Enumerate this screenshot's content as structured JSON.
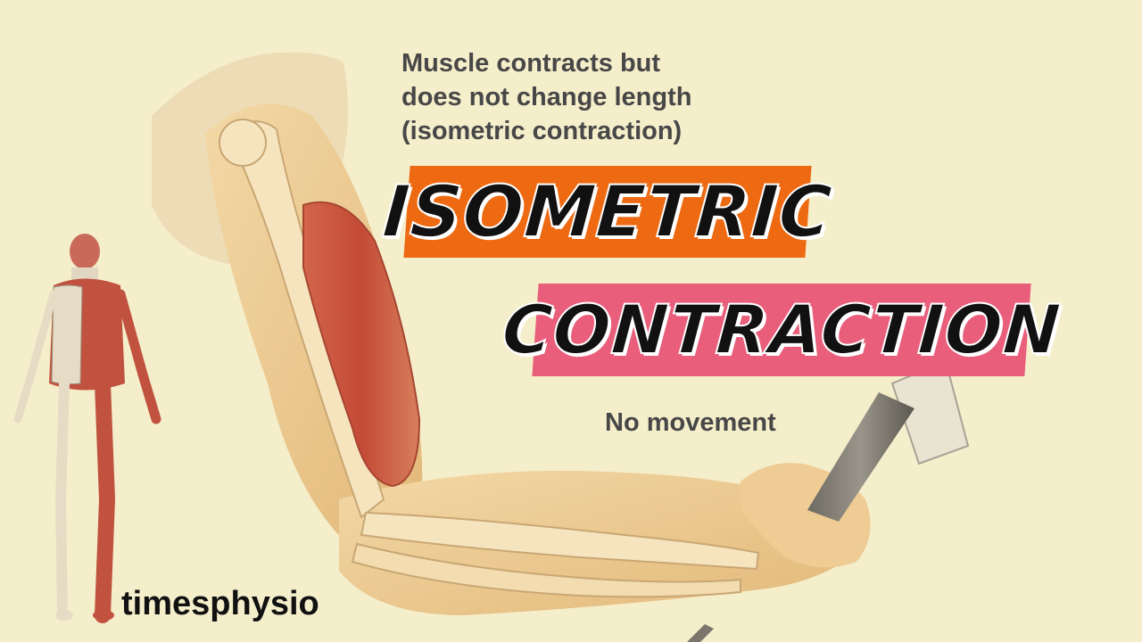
{
  "captions": {
    "top": "Muscle contracts but\ndoes not change length\n(isometric contraction)",
    "no_movement": "No movement"
  },
  "title": {
    "line1": "ISOMETRIC",
    "line2": "CONTRACTION"
  },
  "brand": "timesphysio",
  "colors": {
    "background": "#f5eecb",
    "banner_orange": "#ee6a12",
    "banner_pink": "#e85e7b",
    "muscle": "#c9553d",
    "skin": "#eccb92",
    "caption_text": "#474747"
  },
  "icons": [
    "arm-illustration",
    "anatomy-figure-illustration",
    "handle-bar"
  ]
}
